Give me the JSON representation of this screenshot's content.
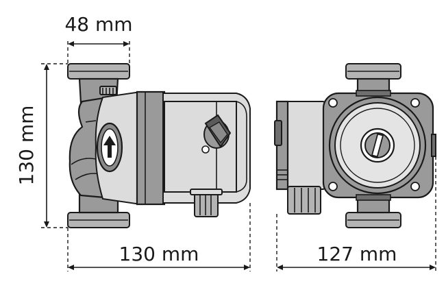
{
  "dimensions": {
    "top_width": "48 mm",
    "height": "130 mm",
    "side_length": "130 mm",
    "front_width": "127 mm"
  },
  "colors": {
    "outline": "#1a1a1a",
    "body_gray": "#9a9a9a",
    "light_gray": "#dcdcdc",
    "dark_gray": "#6f6f6f"
  },
  "icons": {
    "flow_arrow": "arrow-up-icon"
  }
}
